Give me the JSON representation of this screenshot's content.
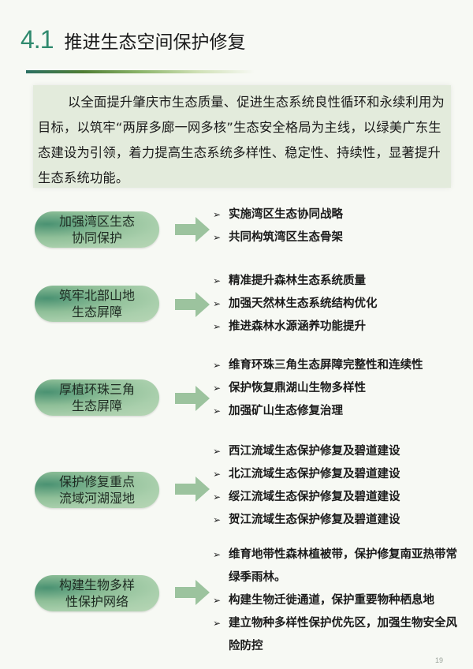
{
  "header": {
    "section_number": "4.1",
    "section_title": "推进生态空间保护修复"
  },
  "intro": {
    "text": "以全面提升肇庆市生态质量、促进生态系统良性循环和永续利用为目标，以筑牢“两屏多廊一网多核”生态安全格局为主线，以绿美广东生态建设为引领，着力提高生态系统多样性、稳定性、持续性，显著提升生态系统功能。"
  },
  "bullet_icon": "arrowhead-bullet-icon",
  "bullet_glyph": "➢",
  "colors": {
    "accent_green": "#2f8a6e",
    "pill_green": "#a9cfac",
    "arrow_green": "#9cc39e",
    "intro_bg": "#e3ebdc"
  },
  "groups": [
    {
      "label": "加强湾区生态协同保护",
      "items": [
        "实施湾区生态协同战略",
        "共同构筑湾区生态骨架"
      ]
    },
    {
      "label": "筑牢北部山地生态屏障",
      "items": [
        "精准提升森林生态系统质量",
        "加强天然林生态系统结构优化",
        "推进森林水源涵养功能提升"
      ]
    },
    {
      "label": "厚植环珠三角生态屏障",
      "items": [
        "维育环珠三角生态屏障完整性和连续性",
        "保护恢复鼎湖山生物多样性",
        "加强矿山生态修复治理"
      ]
    },
    {
      "label": "保护修复重点流域河湖湿地",
      "items": [
        "西江流域生态保护修复及碧道建设",
        "北江流域生态保护修复及碧道建设",
        "绥江流域生态保护修复及碧道建设",
        "贺江流域生态保护修复及碧道建设"
      ]
    },
    {
      "label": "构建生物多样性保护网络",
      "items": [
        "维育地带性森林植被带，保护修复南亚热带常绿季雨林。",
        "构建生物迁徙通道，保护重要物种栖息地",
        "建立物种多样性保护优先区，加强生物安全风险防控"
      ]
    }
  ],
  "footer": {
    "page_number": "19"
  }
}
